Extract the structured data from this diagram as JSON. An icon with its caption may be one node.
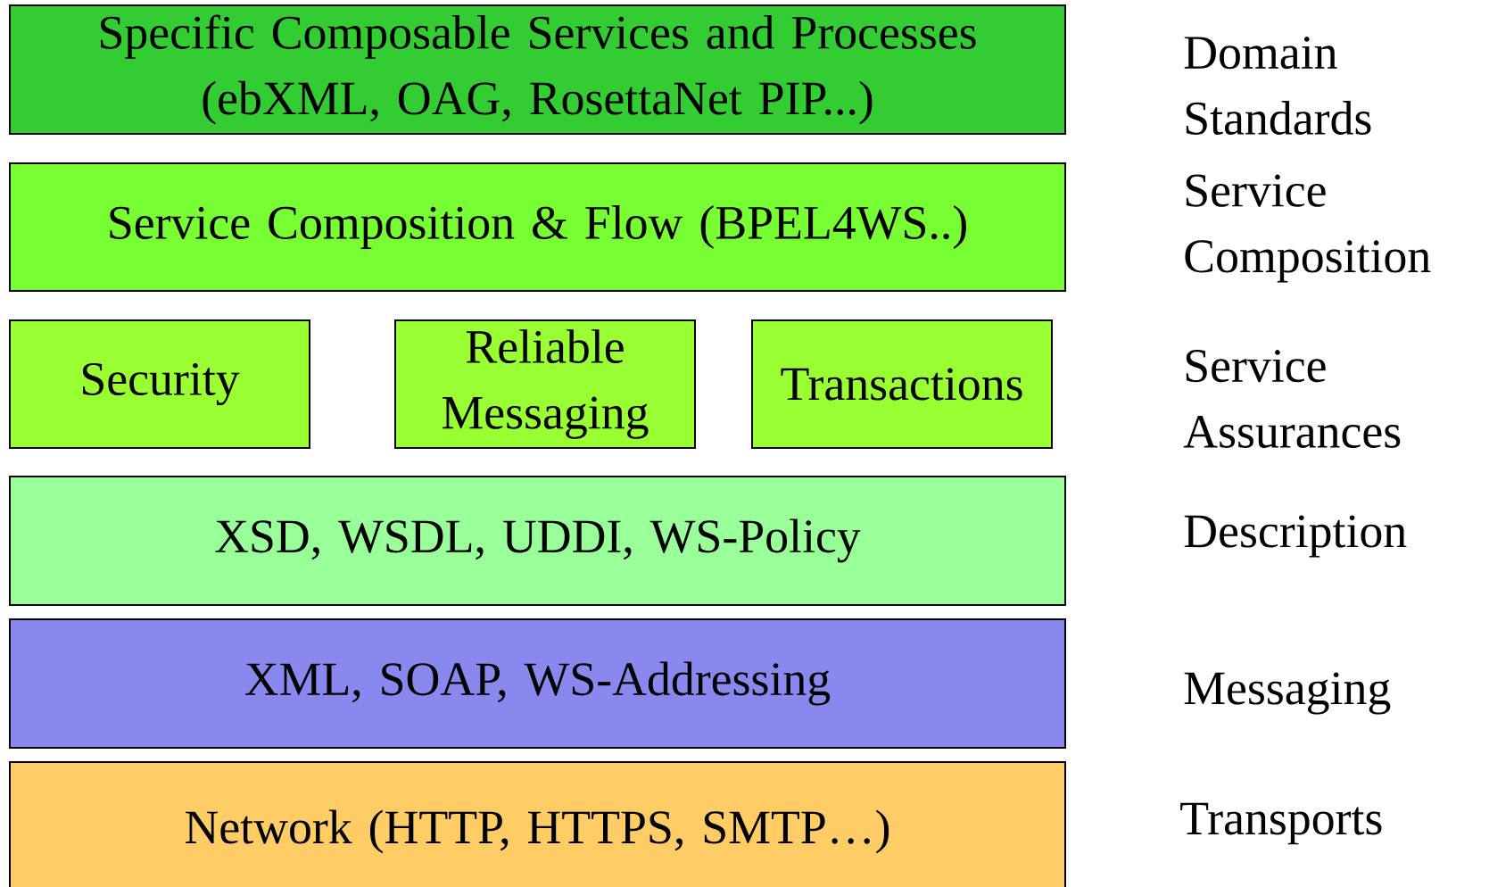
{
  "diagram": {
    "nodes": [
      {
        "text": [
          "Specific Composable Services and Processes (ebXML, OAG, RosettaNet PIP...)"
        ]
      },
      {
        "text": [
          "Service Composition & Flow (BPEL4WS..)"
        ]
      },
      {
        "text": [
          "Security"
        ]
      },
      {
        "text": [
          "Reliable Messaging"
        ]
      },
      {
        "text": [
          "Transactions"
        ]
      },
      {
        "text": [
          "XSD, WSDL, UDDI, WS-Policy"
        ]
      },
      {
        "text": [
          "XML, SOAP, WS-Addressing"
        ]
      },
      {
        "text": [
          "Network (HTTP, HTTPS, SMTP…)"
        ]
      }
    ],
    "labels": [
      "Domain Standards",
      "Service Composition",
      "Service Assurances",
      "Description",
      "Messaging",
      "Transports"
    ]
  }
}
